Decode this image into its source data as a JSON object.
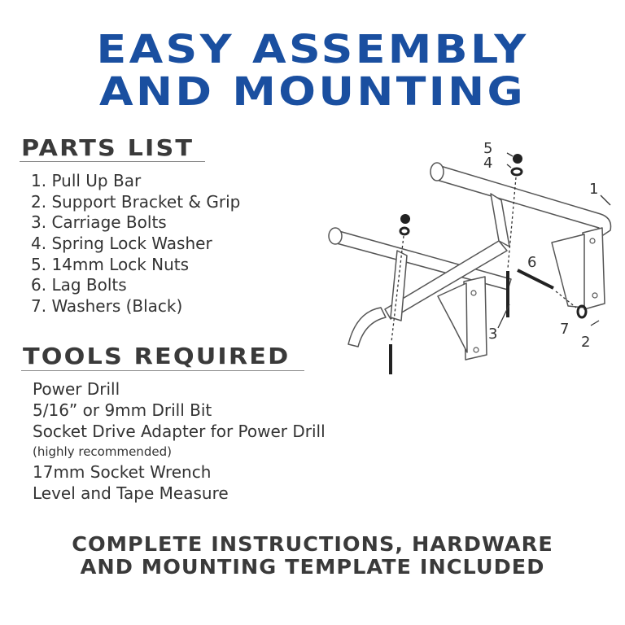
{
  "header": {
    "title_line1": "EASY ASSEMBLY",
    "title_line2": "AND MOUNTING"
  },
  "parts_list": {
    "heading": "PARTS LIST",
    "items": [
      "1. Pull Up Bar",
      "2. Support Bracket & Grip",
      "3. Carriage Bolts",
      "4. Spring Lock Washer",
      "5. 14mm Lock Nuts",
      "6. Lag Bolts",
      "7. Washers (Black)"
    ]
  },
  "tools_required": {
    "heading": "TOOLS REQUIRED",
    "items": [
      "Power Drill",
      "5/16” or 9mm Drill Bit",
      "Socket Drive Adapter for Power Drill",
      "(highly recommended)",
      "17mm Socket Wrench",
      "Level and Tape Measure"
    ]
  },
  "diagram": {
    "callouts": [
      "1",
      "2",
      "3",
      "4",
      "5",
      "6",
      "7"
    ]
  },
  "footer": {
    "line1": "COMPLETE INSTRUCTIONS, HARDWARE",
    "line2": "AND MOUNTING TEMPLATE INCLUDED"
  },
  "colors": {
    "title": "#1a4fa0",
    "heading": "#3a3a3a",
    "body_text": "#333333"
  }
}
